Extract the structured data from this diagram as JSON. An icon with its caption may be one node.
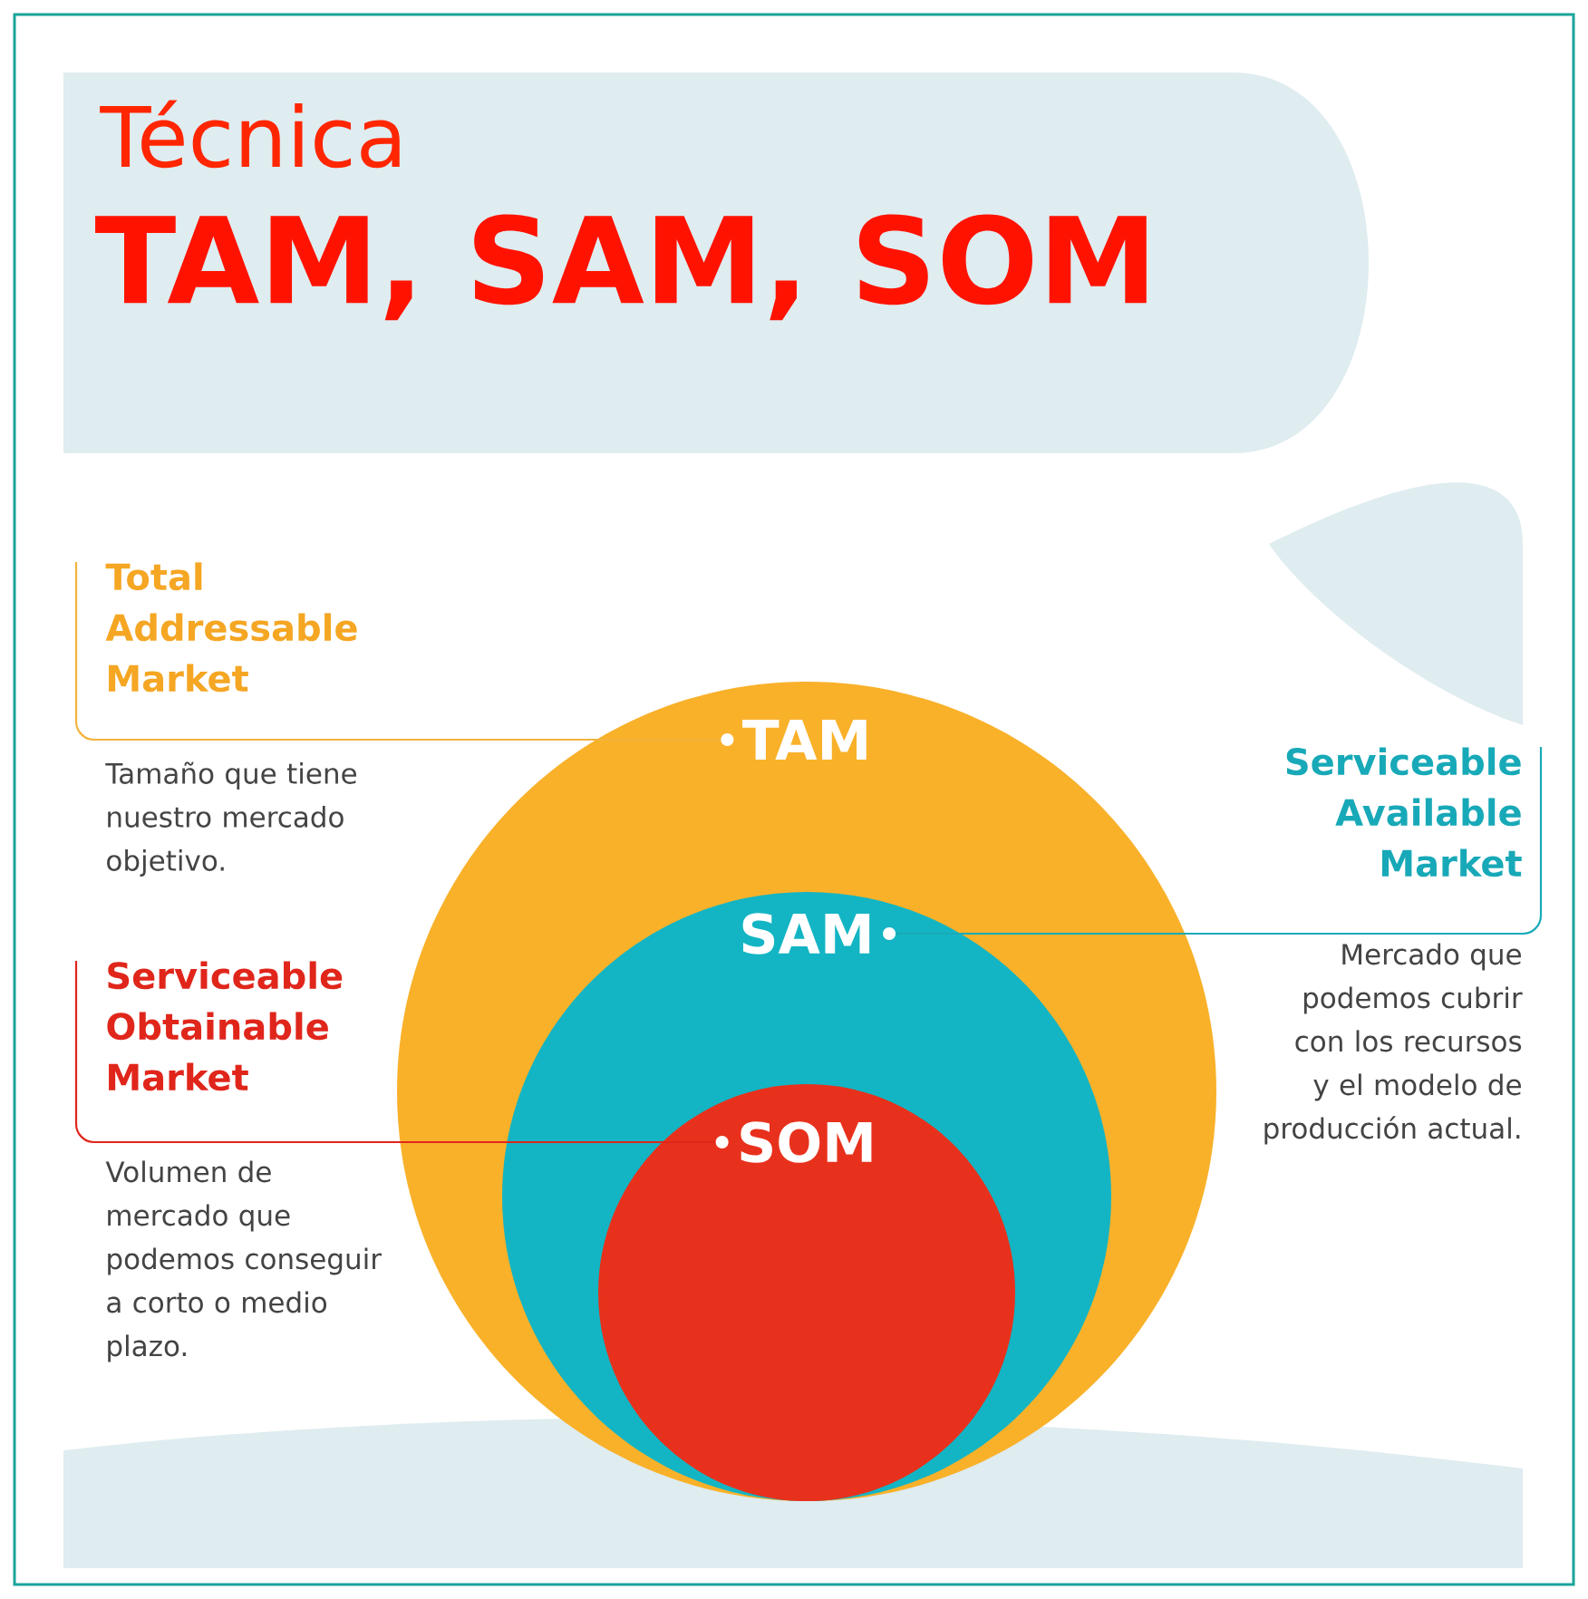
{
  "diagram": {
    "title": "Técnica",
    "nodes": [
      {
        "text": [
          "TAM"
        ]
      },
      {
        "text": [
          "SAM"
        ],
        "in": 0
      },
      {
        "text": [
          "SOM"
        ],
        "in": 1
      },
      {
        "text": [
          "Total Addressable Market",
          "Tamaño que tiene nuestro mercado objetivo."
        ]
      },
      {
        "text": [
          "Serviceable Available Market",
          "Mercado que podemos cubrir con los recursos y el modelo de producción actual."
        ]
      },
      {
        "text": [
          "Serviceable Obtainable Market",
          "Volumen de mercado que podemos conseguir a corto o medio plazo."
        ]
      }
    ],
    "edges": [
      {
        "from": 3,
        "to": 0,
        "arrow": "other",
        "color": "#f2b33d"
      },
      {
        "from": 4,
        "to": 1,
        "arrow": "other",
        "color": "#1aaab8"
      },
      {
        "from": 5,
        "to": 2,
        "arrow": "other",
        "color": "#e0261b"
      }
    ],
    "labels": [
      "TAM, SAM, SOM"
    ]
  }
}
